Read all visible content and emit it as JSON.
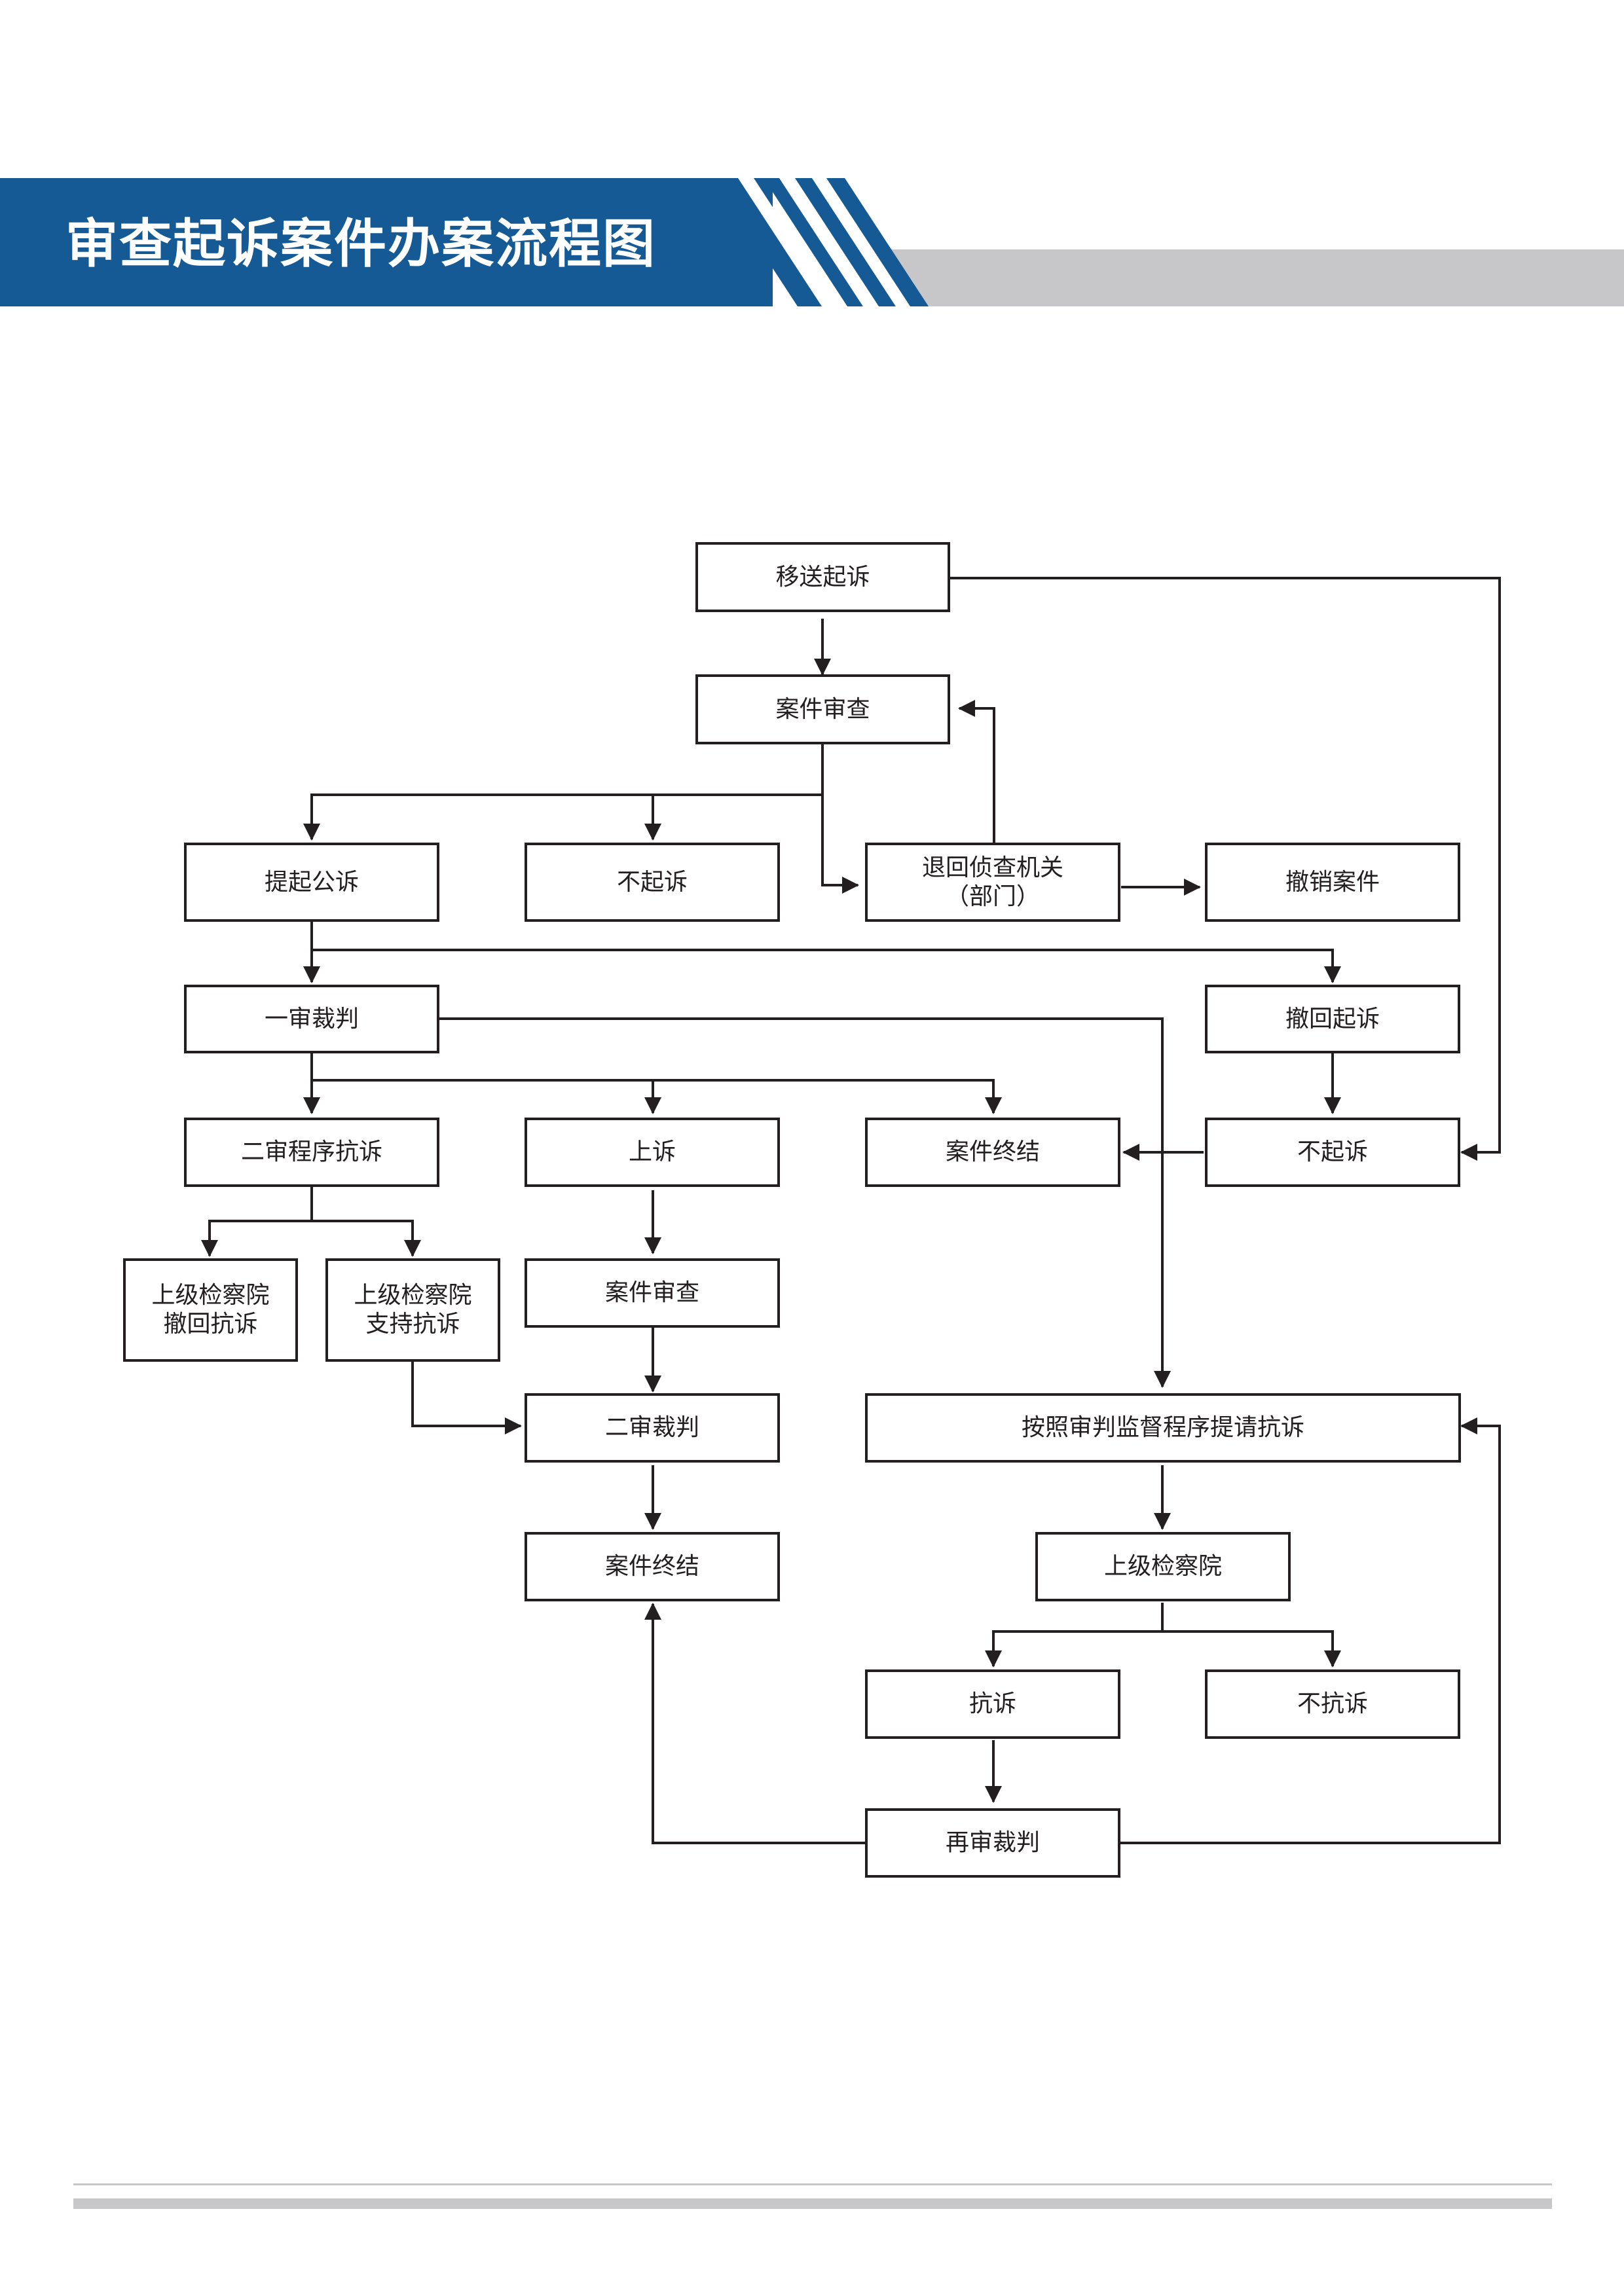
{
  "header": {
    "title": "审查起诉案件办案流程图",
    "accent_color": "#155a94",
    "secondary_color": "#c7c7c9"
  },
  "nodes": {
    "transfer_prosecution": "移送起诉",
    "case_review": "案件审查",
    "public_prosecution": "提起公诉",
    "no_prosecution_1": "不起诉",
    "return_investigation": "退回侦查机关\n（部门）",
    "cancel_case": "撤销案件",
    "first_instance": "一审裁判",
    "withdraw_prosecution": "撤回起诉",
    "second_instance_protest": "二审程序抗诉",
    "appeal": "上诉",
    "case_closed_1": "案件终结",
    "no_prosecution_2": "不起诉",
    "superior_withdraw_protest": "上级检察院\n撤回抗诉",
    "superior_support_protest": "上级检察院\n支持抗诉",
    "case_review_2": "案件审查",
    "second_instance": "二审裁判",
    "case_closed_2": "案件终结",
    "supervision_protest": "按照审判监督程序提请抗诉",
    "superior_procuratorate": "上级检察院",
    "protest": "抗诉",
    "no_protest": "不抗诉",
    "retrial": "再审裁判"
  }
}
